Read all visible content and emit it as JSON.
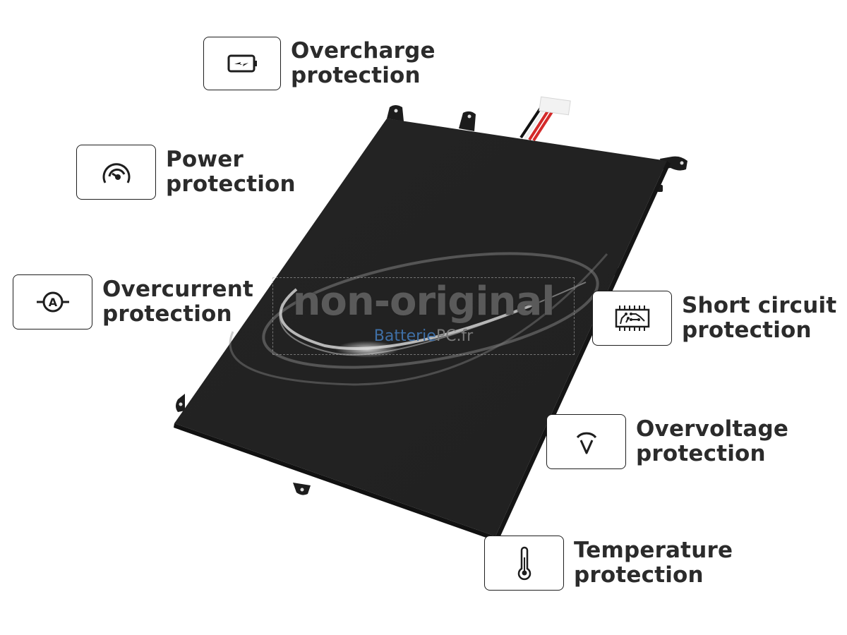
{
  "features": [
    {
      "id": "overcharge",
      "icon": "battery-bolt-icon",
      "line1": "Overcharge",
      "line2": "protection"
    },
    {
      "id": "power",
      "icon": "gauge-icon",
      "line1": "Power",
      "line2": "protection"
    },
    {
      "id": "overcurrent",
      "icon": "ammeter-icon",
      "line1": "Overcurrent",
      "line2": "protection"
    },
    {
      "id": "short_circuit",
      "icon": "circuit-chip-icon",
      "line1": "Short circuit",
      "line2": "protection"
    },
    {
      "id": "overvoltage",
      "icon": "voltmeter-icon",
      "line1": "Overvoltage",
      "line2": "protection"
    },
    {
      "id": "temperature",
      "icon": "thermometer-icon",
      "line1": "Temperature",
      "line2": "protection"
    }
  ],
  "watermark": {
    "main": "non-original",
    "brand_part1": "Batterie",
    "brand_part2": "PC.fr"
  },
  "colors": {
    "battery_body": "#232323",
    "label_text": "#2b2b2b",
    "wire_red": "#d42a2a",
    "wire_black": "#111111",
    "brand_blue": "#3f6fa6"
  }
}
